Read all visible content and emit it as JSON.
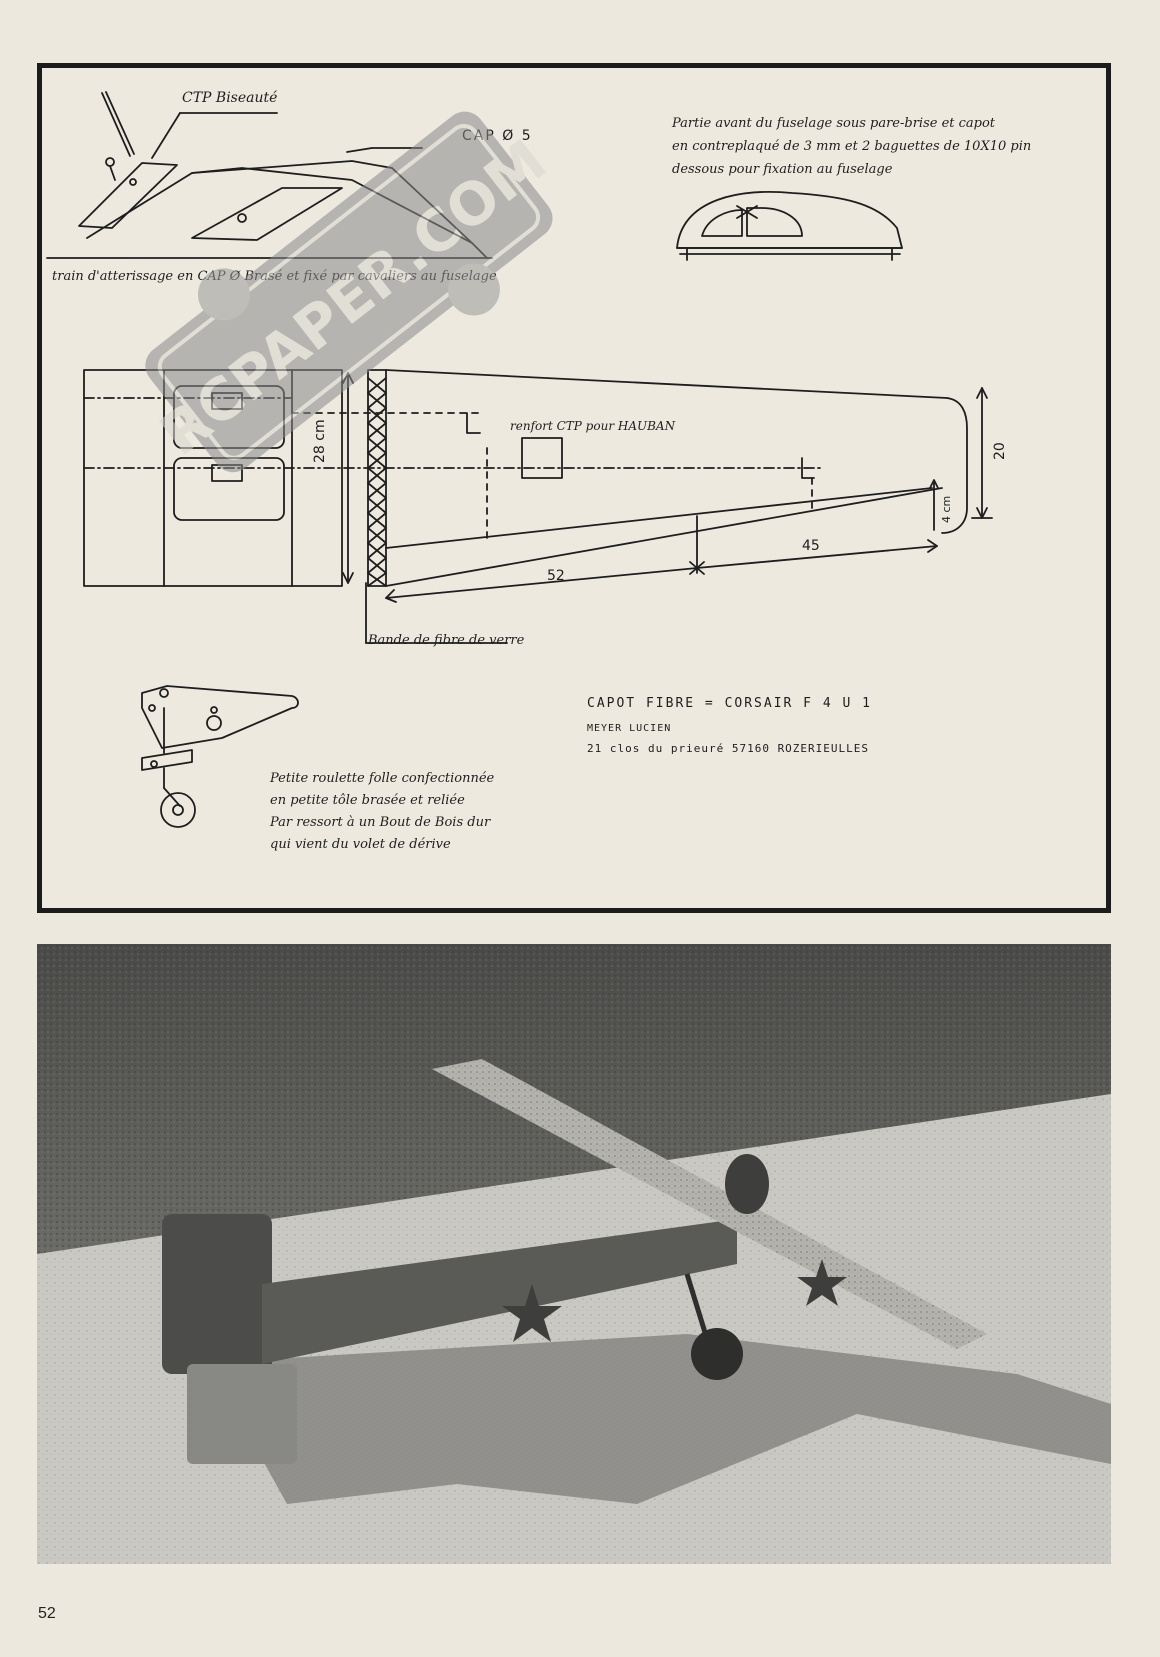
{
  "drawing": {
    "ctp_label": "CTP Biseauté",
    "cap_label": "CAP Ø 5",
    "landing_gear_caption": "train d'atterissage en CAP Ø Brasé et fixé par cavaliers au fuselage",
    "front_note": [
      "Partie avant du fuselage sous pare-brise et capot",
      "en contreplaqué de 3 mm et 2 baguettes de 10X10 pin",
      "dessous pour fixation au fuselage"
    ],
    "renfort_label": "renfort CTP pour HAUBAN",
    "dim_28": "28 cm",
    "dim_20": "20",
    "dim_4": "4 cm",
    "dim_52": "52",
    "dim_45": "45",
    "fiber_label": "Bande de fibre de verre",
    "capot_line": "CAPOT FIBRE = CORSAIR F 4 U 1",
    "author_name": "MEYER LUCIEN",
    "author_address": "21 clos du prieuré 57160 ROZERIEULLES",
    "tailwheel_note": [
      "Petite roulette folle confectionnée",
      "en petite tôle brasée et reliée",
      "Par ressort à un Bout de Bois dur",
      "qui vient du volet de dérive"
    ]
  },
  "watermark": {
    "text": "RCPAPER.COM",
    "colors": [
      "#6f6f6f",
      "#9a9a9a"
    ]
  },
  "page_number": "52",
  "colors": {
    "paper": "#ece8de",
    "ink": "#1e1e1e",
    "frame": "#1c1c1c"
  }
}
